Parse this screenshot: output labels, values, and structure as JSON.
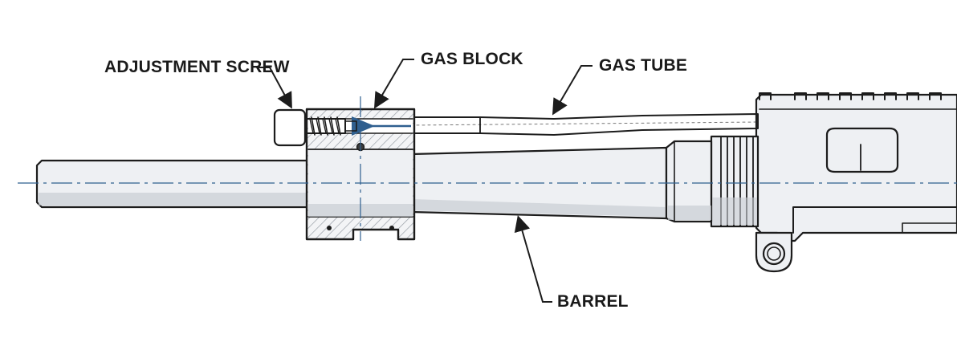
{
  "labels": {
    "adjustment_screw": "ADJUSTMENT SCREW",
    "gas_block": "GAS BLOCK",
    "gas_tube": "GAS TUBE",
    "barrel": "BARREL"
  },
  "colors": {
    "ink": "#1c1c1c",
    "centerline": "#2f5f8f",
    "gas_flow_arrow": "#2f5f8f",
    "metal_fill": "#eef0f3",
    "metal_shade": "#c9cdd3"
  }
}
